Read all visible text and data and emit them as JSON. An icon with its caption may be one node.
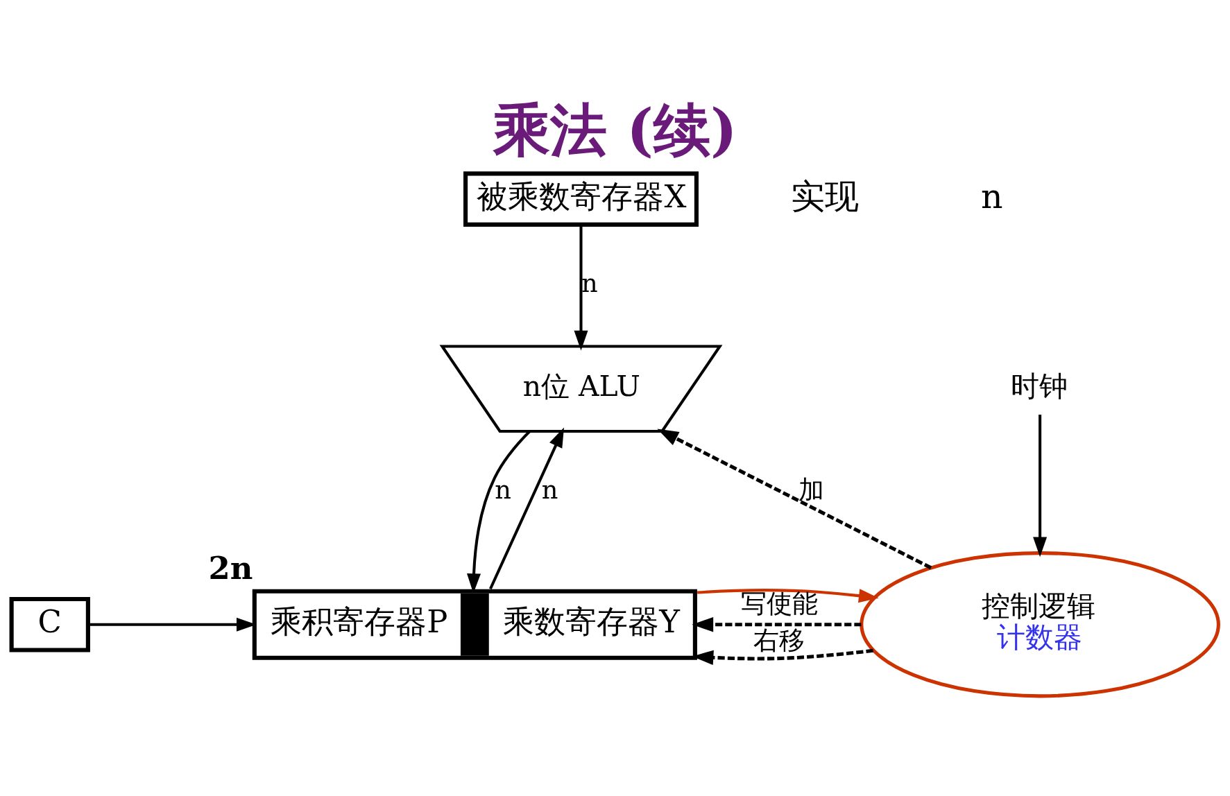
{
  "diagram": {
    "title": "乘法 (续)",
    "nodes": [
      {
        "text": [
          "被乘数寄存器X"
        ]
      },
      {
        "text": [
          "n位 ALU"
        ]
      },
      {
        "text": [
          "乘积寄存器P",
          "乘数寄存器Y"
        ],
        "beside": [
          "2n"
        ]
      },
      {
        "text": [
          "C"
        ]
      },
      {
        "text": [
          "控制逻辑",
          "计数器"
        ]
      },
      {
        "text": [
          "时钟"
        ]
      }
    ],
    "edges": [
      {
        "from": 0,
        "to": 1,
        "arrow": "to",
        "label": "n"
      },
      {
        "from": 2,
        "to": 1,
        "arrow": "to",
        "label": "n"
      },
      {
        "from": 1,
        "to": 2,
        "arrow": "to",
        "label": "n"
      },
      {
        "from": 3,
        "to": 2,
        "arrow": "to"
      },
      {
        "from": 4,
        "to": 1,
        "arrow": "to",
        "label": "加",
        "style": "dashed"
      },
      {
        "from": 4,
        "to": 2,
        "arrow": "to",
        "label": "右移",
        "style": "dashed"
      },
      {
        "from": 4,
        "to": 2,
        "arrow": "to",
        "label": "写使能",
        "style": "dashed"
      },
      {
        "from": 2,
        "to": 4,
        "arrow": "to",
        "color": "#cc3300"
      },
      {
        "from": 5,
        "to": 4,
        "arrow": "to"
      }
    ],
    "labels": [
      "实现",
      "n"
    ]
  }
}
